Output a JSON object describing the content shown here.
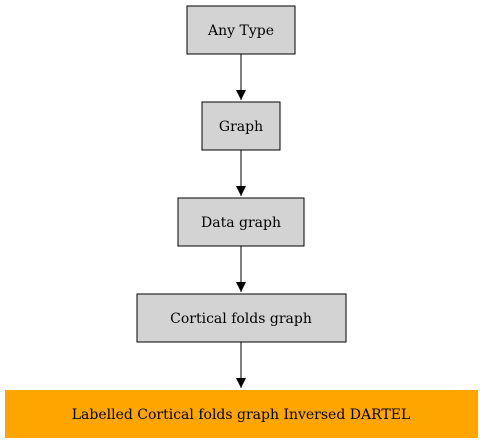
{
  "colors": {
    "node_fill": "#d3d3d3",
    "highlight_fill": "#ffa500",
    "stroke": "#000000",
    "background": "#ffffff"
  },
  "nodes": [
    {
      "id": "any-type",
      "label": "Any Type",
      "highlight": false
    },
    {
      "id": "graph",
      "label": "Graph",
      "highlight": false
    },
    {
      "id": "data-graph",
      "label": "Data graph",
      "highlight": false
    },
    {
      "id": "cortical-folds-graph",
      "label": "Cortical folds graph",
      "highlight": false
    },
    {
      "id": "labelled-cortical-folds-graph-inversed-dartel",
      "label": "Labelled Cortical folds graph Inversed DARTEL",
      "highlight": true
    }
  ],
  "edges": [
    {
      "from": "any-type",
      "to": "graph"
    },
    {
      "from": "graph",
      "to": "data-graph"
    },
    {
      "from": "data-graph",
      "to": "cortical-folds-graph"
    },
    {
      "from": "cortical-folds-graph",
      "to": "labelled-cortical-folds-graph-inversed-dartel"
    }
  ]
}
